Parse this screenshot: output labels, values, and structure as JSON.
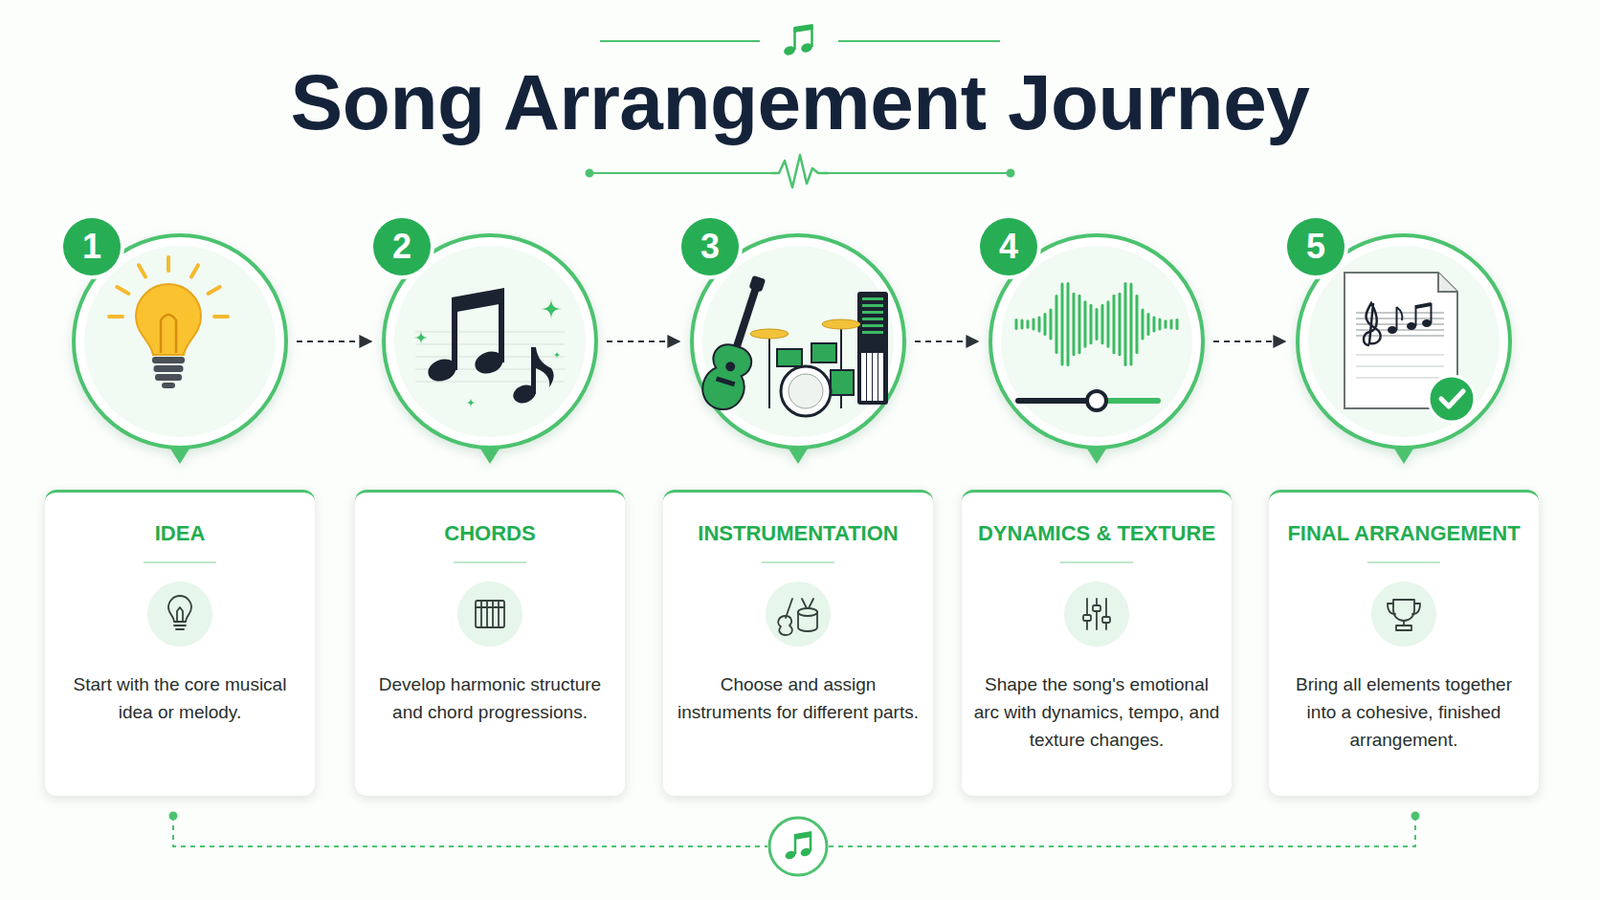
{
  "diagram": {
    "title": "Song Arrangement Journey",
    "nodes": [
      {
        "text": [
          "1"
        ]
      },
      {
        "text": [
          "2"
        ]
      },
      {
        "text": [
          "3"
        ]
      },
      {
        "text": [
          "4"
        ]
      },
      {
        "text": [
          "5"
        ]
      },
      {
        "text": [
          "IDEA",
          "Start with the core musical idea or melody."
        ]
      },
      {
        "text": [
          "CHORDS",
          "Develop harmonic structure and chord progressions."
        ]
      },
      {
        "text": [
          "INSTRUMENTATION",
          "Choose and assign instruments for different parts."
        ]
      },
      {
        "text": [
          "DYNAMICS & TEXTURE",
          "Shape the song's emotional arc with dynamics, tempo, and texture changes."
        ]
      },
      {
        "text": [
          "FINAL ARRANGEMENT",
          "Bring all elements together into a cohesive, finished arrangement."
        ]
      }
    ],
    "edges": [
      {
        "from": 0,
        "to": 1,
        "arrow": "to"
      },
      {
        "from": 1,
        "to": 2,
        "arrow": "to"
      },
      {
        "from": 2,
        "to": 3,
        "arrow": "to"
      },
      {
        "from": 3,
        "to": 4,
        "arrow": "to"
      }
    ]
  }
}
